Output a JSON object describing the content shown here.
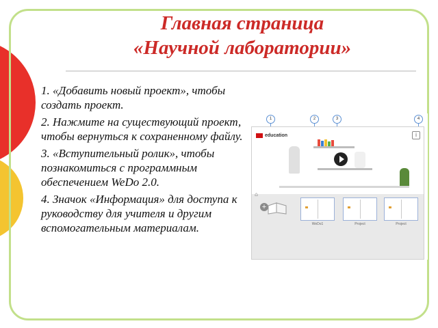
{
  "slide": {
    "title_line1": "Главная страница",
    "title_line2": "«Научной лаборатории»",
    "steps": [
      "1. «Добавить новый проект», чтобы создать проект.",
      "2. Нажмите на существующий проект, чтобы вернуться к сохраненному файлу.",
      "3. «Вступительный ролик», чтобы познакомиться с программным обеспечением WeDo 2.0.",
      "4. Значок «Информация» для доступа к руководству для учителя и другим вспомогательным материалам."
    ]
  },
  "screenshot": {
    "markers": [
      "1",
      "2",
      "3",
      "4"
    ],
    "brand_text": "education",
    "info_icon_glyph": "i",
    "add_glyph": "+",
    "project_labels": [
      "WeDo1",
      "Project",
      "Project"
    ]
  },
  "colors": {
    "title": "#cc2a27",
    "frame": "#c2e08a",
    "deco_red": "#e8302a",
    "deco_yellow": "#f4c430",
    "marker_border": "#5a8fd3"
  },
  "icons": {
    "info": "info-icon",
    "add": "plus-circle-icon",
    "play": "play-icon",
    "home": "home-icon"
  }
}
